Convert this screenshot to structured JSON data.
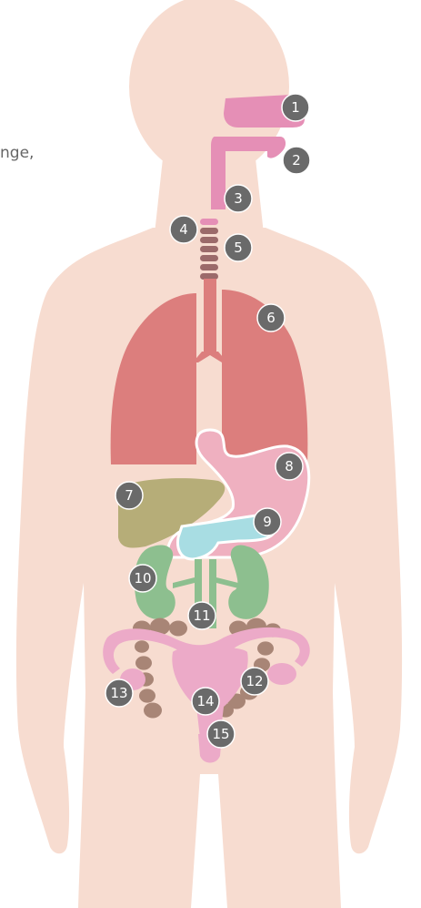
{
  "clipped_text": "nge,",
  "colors": {
    "skin": "#f7dcd0",
    "respiratory": "#e58fb6",
    "trachea_ring": "#9b6a6a",
    "lung": "#dc7e7d",
    "liver": "#b6ad78",
    "stomach": "#efb0c0",
    "pancreas": "#a8dde3",
    "kidney": "#8dbf8f",
    "intestine": "#a88576",
    "uterus": "#ecaac8",
    "marker": "#6a6a6a"
  },
  "markers": [
    {
      "id": 1,
      "label": "1",
      "organ": "nasal-cavity"
    },
    {
      "id": 2,
      "label": "2",
      "organ": "mouth"
    },
    {
      "id": 3,
      "label": "3",
      "organ": "pharynx"
    },
    {
      "id": 4,
      "label": "4",
      "organ": "larynx"
    },
    {
      "id": 5,
      "label": "5",
      "organ": "trachea"
    },
    {
      "id": 6,
      "label": "6",
      "organ": "lungs"
    },
    {
      "id": 7,
      "label": "7",
      "organ": "liver"
    },
    {
      "id": 8,
      "label": "8",
      "organ": "stomach"
    },
    {
      "id": 9,
      "label": "9",
      "organ": "pancreas"
    },
    {
      "id": 10,
      "label": "10",
      "organ": "kidney"
    },
    {
      "id": 11,
      "label": "11",
      "organ": "renal-vessels"
    },
    {
      "id": 12,
      "label": "12",
      "organ": "colon"
    },
    {
      "id": 13,
      "label": "13",
      "organ": "ovary"
    },
    {
      "id": 14,
      "label": "14",
      "organ": "uterus"
    },
    {
      "id": 15,
      "label": "15",
      "organ": "cervix"
    }
  ]
}
